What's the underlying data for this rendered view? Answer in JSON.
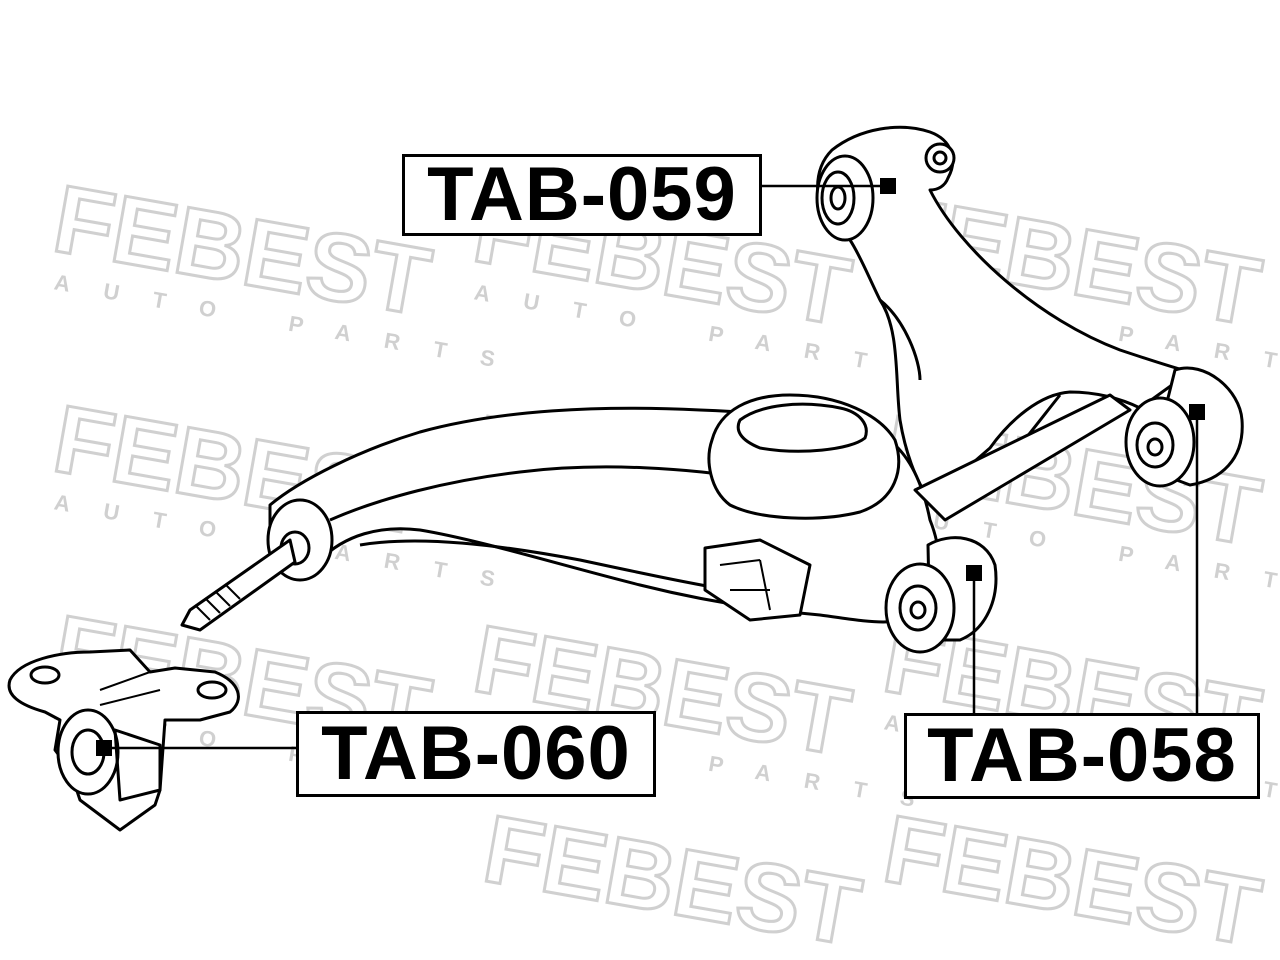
{
  "watermark": {
    "brand": "FEBEST",
    "tagline": "AUTO PARTS",
    "color": "#d8d8d8"
  },
  "callouts": {
    "upper_arm_bushing": "TAB-059",
    "lower_arm_bushing": "TAB-058",
    "bracket_bushing": "TAB-060"
  },
  "colors": {
    "line": "#000000",
    "background": "#ffffff"
  }
}
